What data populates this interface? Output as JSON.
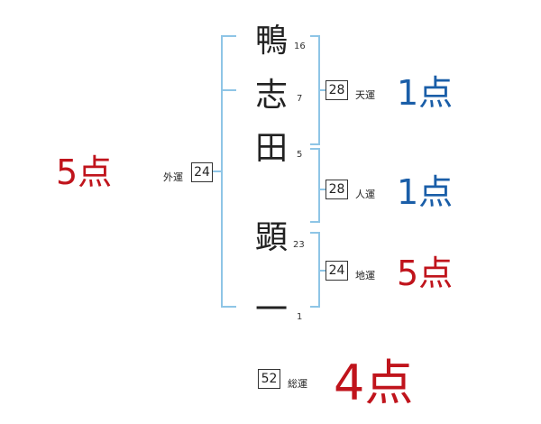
{
  "name_chars": [
    {
      "char": "鴨",
      "strokes": "16"
    },
    {
      "char": "志",
      "strokes": "7"
    },
    {
      "char": "田",
      "strokes": "5"
    },
    {
      "char": "顕",
      "strokes": "23"
    },
    {
      "char": "一",
      "strokes": "1"
    }
  ],
  "fortunes": {
    "gaiun": {
      "label": "外運",
      "value": "24",
      "score": "5点"
    },
    "tenun": {
      "label": "天運",
      "value": "28",
      "score": "1点"
    },
    "jinun": {
      "label": "人運",
      "value": "28",
      "score": "1点"
    },
    "chiun": {
      "label": "地運",
      "value": "24",
      "score": "5点"
    },
    "souun": {
      "label": "総運",
      "value": "52",
      "score": "4点"
    }
  },
  "colors": {
    "bracket": "#8ec5e6",
    "score_red": "#c0141c",
    "score_blue": "#1a5ea8"
  }
}
